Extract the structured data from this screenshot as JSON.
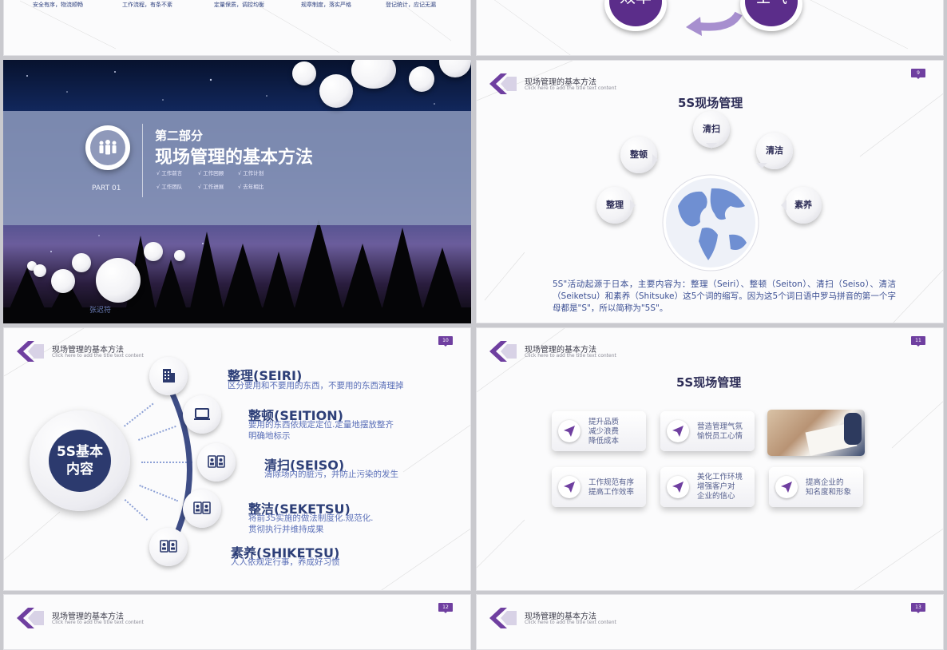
{
  "slide_top_left": {
    "labels": [
      "安全有序，物流顺畅",
      "工作流程，有条不紊",
      "定量保质，调控均衡",
      "规章制度，落实严格",
      "登记统计，应记无漏"
    ]
  },
  "slide_top_right": {
    "circle_left": "效率",
    "circle_right": "士气"
  },
  "slide_section": {
    "title_small": "第二部分",
    "title_big": "现场管理的基本方法",
    "part": "PART 01",
    "items": [
      "√ 工作前言",
      "√ 工作回顾",
      "√ 工作计划",
      "√ 工作团队",
      "√ 工作进展",
      "√ 去年相比"
    ],
    "signature": "张迟符"
  },
  "header": {
    "title": "现场管理的基本方法",
    "subtitle": "Click here to add the title text content"
  },
  "slide9": {
    "page": "9",
    "title": "5S现场管理",
    "pins": [
      "清扫",
      "整顿",
      "清洁",
      "整理",
      "素养"
    ],
    "paragraph": "5S\"活动起源于日本，主要内容为：整理（Seiri）、整顿（Seiton）、清扫（Seiso）、清洁（Seiketsu）和素养（Shitsuke）这5个词的缩写。因为这5个词日语中罗马拼音的第一个字母都是\"S\"，所以简称为\"5S\"。"
  },
  "slide10": {
    "page": "10",
    "center": "5S基本\n内容",
    "steps": [
      {
        "title": "整理(SEIRI)",
        "desc": "区分要用和不要用的东西，不要用的东西清理掉"
      },
      {
        "title": "整顿(SEITION)",
        "desc": "要用的东西依规定定位.定量地摆放整齐\n明确地标示"
      },
      {
        "title": "清扫(SEISO)",
        "desc": "清除场内的脏污，并防止污染的发生"
      },
      {
        "title": "整洁(SEKETSU)",
        "desc": "将前3S实施的做法制度化.规范化.\n贯彻执行并维持成果"
      },
      {
        "title": "素养(SHIKETSU)",
        "desc": "人人依规定行事，养成好习惯"
      }
    ]
  },
  "slide11": {
    "page": "11",
    "title": "5S现场管理",
    "cards": [
      "提升品质\n减少浪费\n降低成本",
      "营造管理气氛\n愉悦员工心情",
      "工作规范有序\n提高工作效率",
      "美化工作环境\n增强客户对\n企业的信心",
      "提高企业的\n知名度和形象"
    ]
  },
  "slide12": {
    "page": "12"
  },
  "slide13": {
    "page": "13"
  },
  "colors": {
    "accent": "#6f3fa0",
    "navy": "#2c3a6e",
    "blue": "#5a6fb8",
    "globe": "#6f8fd2"
  }
}
